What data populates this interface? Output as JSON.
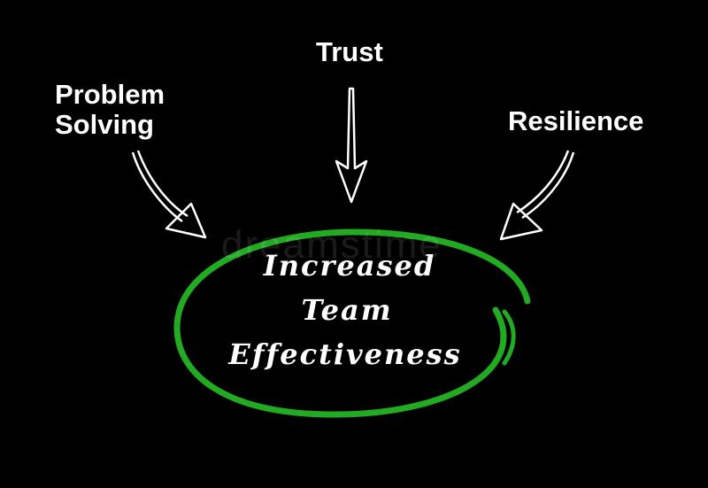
{
  "inputs": {
    "top": "Trust",
    "left": "Problem\nSolving",
    "right": "Resilience"
  },
  "outcome": {
    "line1": "Increased",
    "line2": "Team",
    "line3": "Effectiveness"
  },
  "watermark": "dreamstime",
  "colors": {
    "background": "#000000",
    "text": "#ffffff",
    "ellipse": "#22aa22",
    "arrow": "#ffffff"
  }
}
